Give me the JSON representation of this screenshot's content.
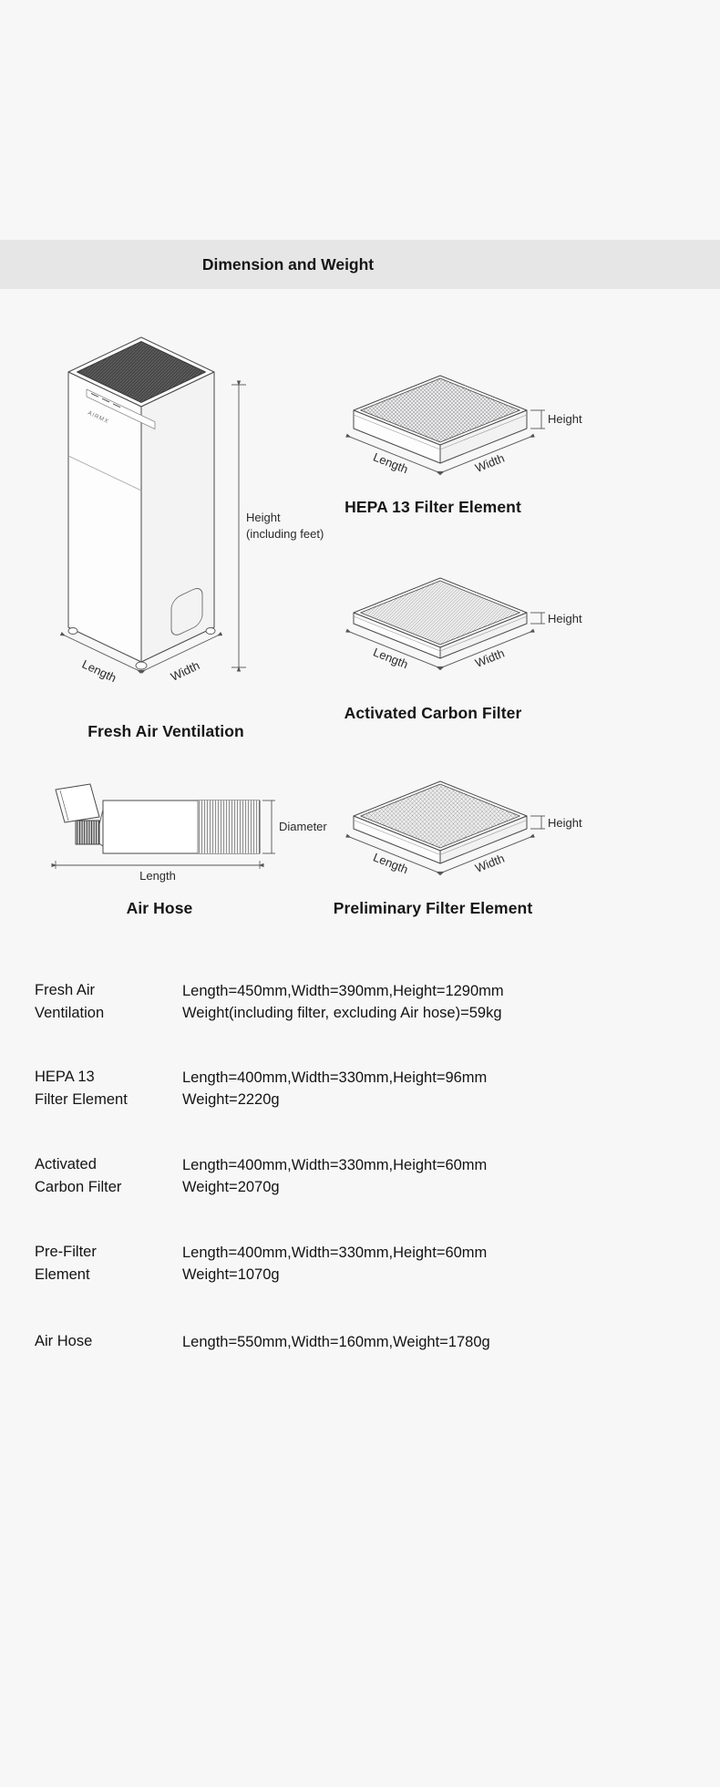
{
  "page": {
    "title": "Dimension and Weight",
    "bg_color": "#f7f7f8",
    "band_color": "#e6e6e7",
    "text_color": "#1a1a1a",
    "line_color": "#4a4a4a"
  },
  "labels": {
    "length": "Length",
    "width": "Width",
    "height": "Height",
    "including_feet": "(including feet)",
    "diameter": "Diameter"
  },
  "figures": {
    "ventilation": {
      "caption": "Fresh Air Ventilation",
      "brand": "AIRMX"
    },
    "hepa": {
      "caption": "HEPA 13 Filter Element"
    },
    "carbon": {
      "caption": "Activated Carbon Filter"
    },
    "hose": {
      "caption": "Air Hose"
    },
    "prefilter": {
      "caption": "Preliminary Filter Element"
    }
  },
  "specs": [
    {
      "name_line1": "Fresh Air",
      "name_line2": "Ventilation",
      "value_line1": "Length=450mm,Width=390mm,Height=1290mm",
      "value_line2": "Weight(including filter, excluding Air hose)=59kg"
    },
    {
      "name_line1": "HEPA 13",
      "name_line2": "Filter Element",
      "value_line1": "Length=400mm,Width=330mm,Height=96mm",
      "value_line2": "Weight=2220g"
    },
    {
      "name_line1": "Activated",
      "name_line2": "Carbon Filter",
      "value_line1": "Length=400mm,Width=330mm,Height=60mm",
      "value_line2": "Weight=2070g"
    },
    {
      "name_line1": "Pre-Filter",
      "name_line2": "Element",
      "value_line1": "Length=400mm,Width=330mm,Height=60mm",
      "value_line2": "Weight=1070g"
    },
    {
      "name_line1": "Air Hose",
      "name_line2": "",
      "value_line1": "Length=550mm,Width=160mm,Weight=1780g",
      "value_line2": ""
    }
  ]
}
